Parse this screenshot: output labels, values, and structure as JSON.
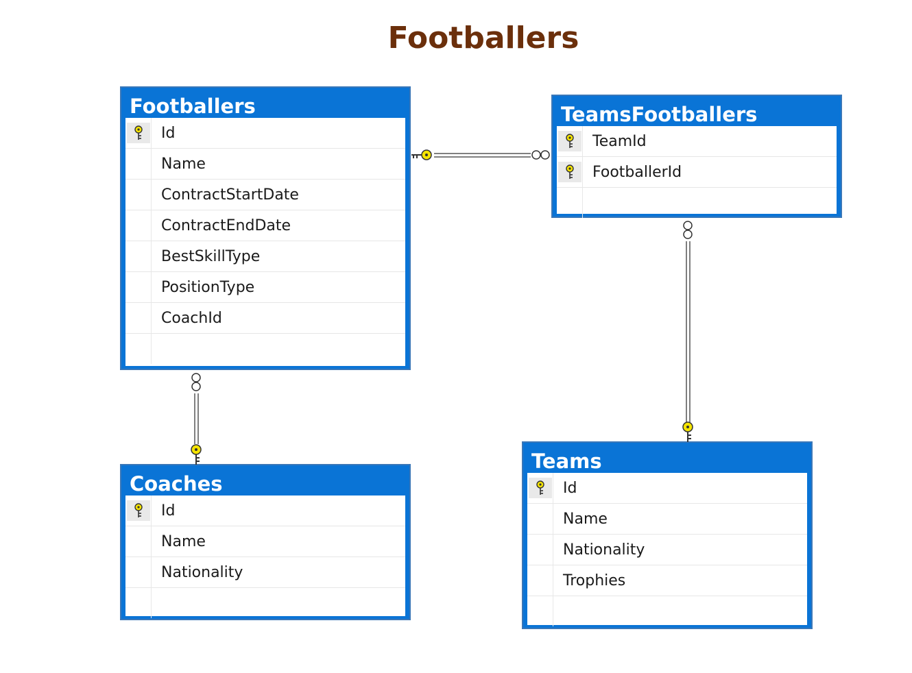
{
  "title": "Footballers",
  "colors": {
    "title": "#6b2f0b",
    "table_header": "#0a74d6",
    "key_fill": "#f5e400",
    "connector": "#7f7f7f"
  },
  "tables": {
    "footballers": {
      "name": "Footballers",
      "columns": [
        {
          "name": "Id",
          "key": true
        },
        {
          "name": "Name",
          "key": false
        },
        {
          "name": "ContractStartDate",
          "key": false
        },
        {
          "name": "ContractEndDate",
          "key": false
        },
        {
          "name": "BestSkillType",
          "key": false
        },
        {
          "name": "PositionType",
          "key": false
        },
        {
          "name": "CoachId",
          "key": false
        }
      ]
    },
    "teams_footballers": {
      "name": "TeamsFootballers",
      "columns": [
        {
          "name": "TeamId",
          "key": true
        },
        {
          "name": "FootballerId",
          "key": true
        }
      ]
    },
    "coaches": {
      "name": "Coaches",
      "columns": [
        {
          "name": "Id",
          "key": true
        },
        {
          "name": "Name",
          "key": false
        },
        {
          "name": "Nationality",
          "key": false
        }
      ]
    },
    "teams": {
      "name": "Teams",
      "columns": [
        {
          "name": "Id",
          "key": true
        },
        {
          "name": "Name",
          "key": false
        },
        {
          "name": "Nationality",
          "key": false
        },
        {
          "name": "Trophies",
          "key": false
        }
      ]
    }
  },
  "relationships": [
    {
      "one": "Footballers",
      "many": "TeamsFootballers"
    },
    {
      "one": "Coaches",
      "many": "Footballers"
    },
    {
      "one": "Teams",
      "many": "TeamsFootballers"
    }
  ]
}
